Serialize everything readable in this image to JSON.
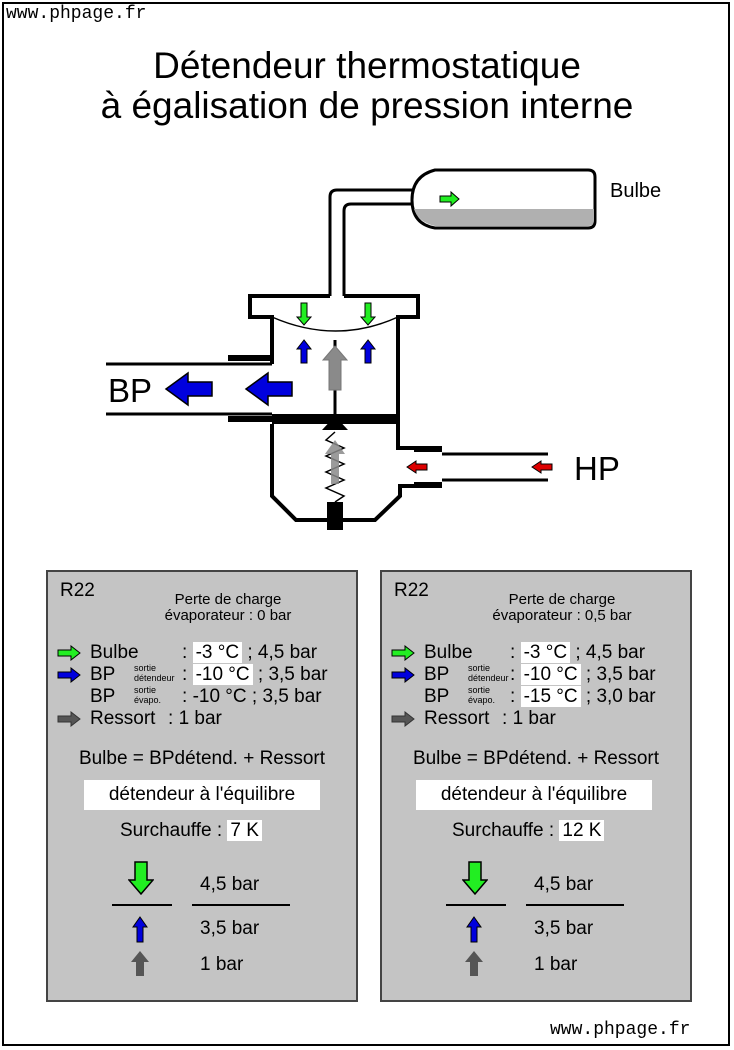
{
  "site": {
    "top": "www.phpage.fr",
    "bottom": "www.phpage.fr"
  },
  "title": {
    "line1": "Détendeur thermostatique",
    "line2": "à égalisation de pression interne"
  },
  "diagram": {
    "bulbe": "Bulbe",
    "bp": "BP",
    "hp": "HP"
  },
  "colors": {
    "bulbe_arrow": "#22ee22",
    "bp_arrow": "#0000dd",
    "hp_arrow": "#dd0000",
    "ressort_arrow": "#555555",
    "panel_bg": "#c4c4c4"
  },
  "icons": [
    "green-arrow-icon",
    "blue-arrow-icon",
    "gray-arrow-icon",
    "red-arrow-icon"
  ],
  "panels": [
    {
      "fluid": "R22",
      "perte1": "Perte de charge",
      "perte2": "évaporateur : 0 bar",
      "rows": [
        {
          "name": "Bulbe",
          "sub1": "",
          "sub2": "",
          "colon": ":",
          "val": "-3 °C",
          "rest": "; 4,5 bar"
        },
        {
          "name": "BP",
          "sub1": "sortie",
          "sub2": "détendeur",
          "colon": ":",
          "val": "-10 °C",
          "rest": "; 3,5 bar"
        },
        {
          "name": "BP",
          "sub1": "sortie",
          "sub2": "évapo.",
          "colon": ":",
          "val": "-10 °C",
          "rest": "; 3,5 bar"
        },
        {
          "name": "Ressort",
          "colon": ":",
          "val": "1 bar"
        }
      ],
      "equation": "Bulbe = BPdétend. + Ressort",
      "status": "détendeur à l'équilibre",
      "surch_label": "Surchauffe :",
      "surch_value": "7 K",
      "bulbe_pressure": "4,5 bar",
      "bp_pressure": "3,5 bar",
      "ressort_pressure": "1 bar"
    },
    {
      "fluid": "R22",
      "perte1": "Perte de charge",
      "perte2": "évaporateur : 0,5 bar",
      "rows": [
        {
          "name": "Bulbe",
          "sub1": "",
          "sub2": "",
          "colon": ":",
          "val": "-3 °C",
          "rest": "; 4,5 bar"
        },
        {
          "name": "BP",
          "sub1": "sortie",
          "sub2": "détendeur",
          "colon": ":",
          "val": "-10 °C",
          "rest": "; 3,5 bar"
        },
        {
          "name": "BP",
          "sub1": "sortie",
          "sub2": "évapo.",
          "colon": ":",
          "val": "-15 °C",
          "rest": "; 3,0 bar"
        },
        {
          "name": "Ressort",
          "colon": ":",
          "val": "1 bar"
        }
      ],
      "equation": "Bulbe = BPdétend. + Ressort",
      "status": "détendeur à l'équilibre",
      "surch_label": "Surchauffe :",
      "surch_value": "12 K",
      "bulbe_pressure": "4,5 bar",
      "bp_pressure": "3,5 bar",
      "ressort_pressure": "1 bar"
    }
  ]
}
